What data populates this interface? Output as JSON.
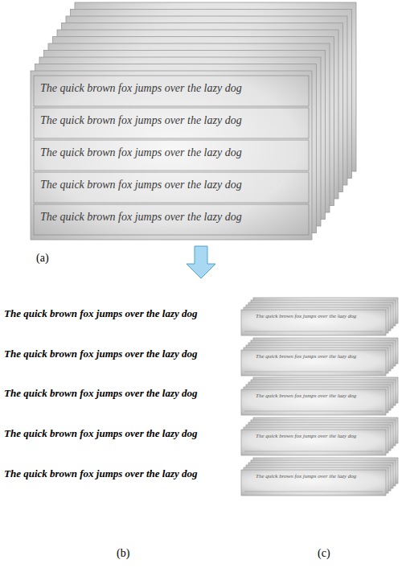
{
  "diagram": {
    "labels": [
      "The quick brown fox jumps over the lazy dog",
      "The quick brown fox jumps over the lazy dog",
      "The quick brown fox jumps over the lazy dog",
      "The quick brown fox jumps over the lazy dog",
      "The quick brown fox jumps over the lazy dog",
      "(a)",
      "The quick brown fox jumps over the lazy dog",
      "The quick brown fox jumps over the lazy dog",
      "The quick brown fox jumps over the lazy dog",
      "The quick brown fox jumps over the lazy dog",
      "The quick brown fox jumps over the lazy dog",
      "The quick brown fox jumps over the lazy dog",
      "The quick brown fox jumps over the lazy dog",
      "The quick brown fox jumps over the lazy dog",
      "The quick brown fox jumps over the lazy dog",
      "The quick brown fox jumps over the lazy dog",
      "(b)",
      "(c)"
    ]
  }
}
